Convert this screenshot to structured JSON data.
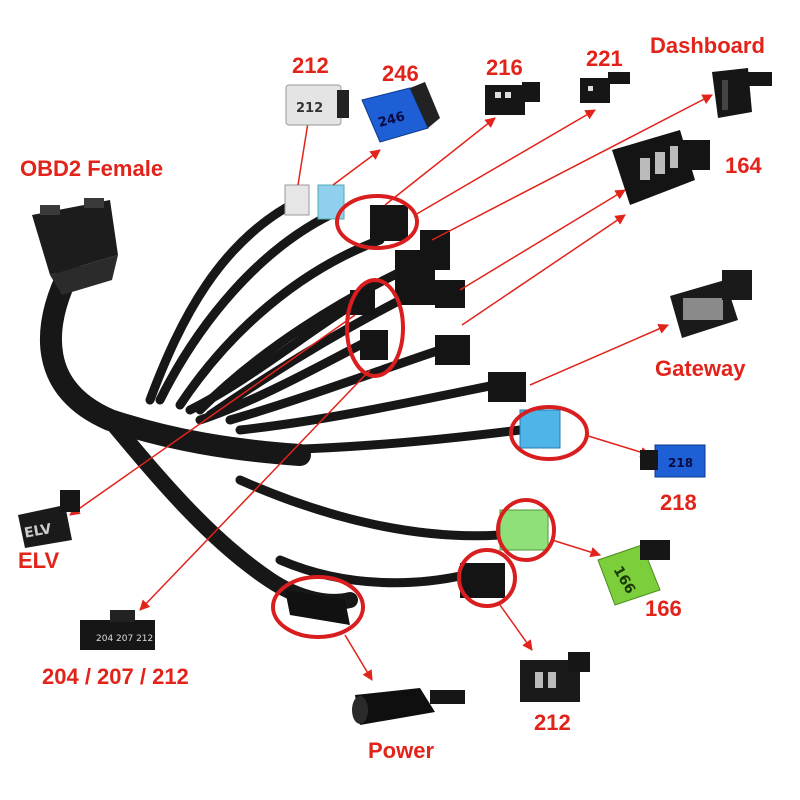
{
  "labels": {
    "obd2": "OBD2 Female",
    "c212_top": "212",
    "c246": "246",
    "c216": "216",
    "c221": "221",
    "dashboard": "Dashboard",
    "c164": "164",
    "gateway": "Gateway",
    "c218": "218",
    "elv": "ELV",
    "c166": "166",
    "c204_207_212": "204 / 207 / 212",
    "c212_bottom": "212",
    "power": "Power"
  },
  "connector_markings": {
    "c212_top": "212",
    "c246": "246",
    "c218": "218",
    "elv": "ELV",
    "c166": "166",
    "c204_207_212": "204 207 212"
  },
  "colors": {
    "label_red": "#e2231a",
    "cable_black": "#161616",
    "connector_blue": "#1f5fd6",
    "connector_light_blue": "#4fb4e8",
    "connector_green": "#7ccf3a",
    "connector_gray": "#d8d8d8"
  }
}
